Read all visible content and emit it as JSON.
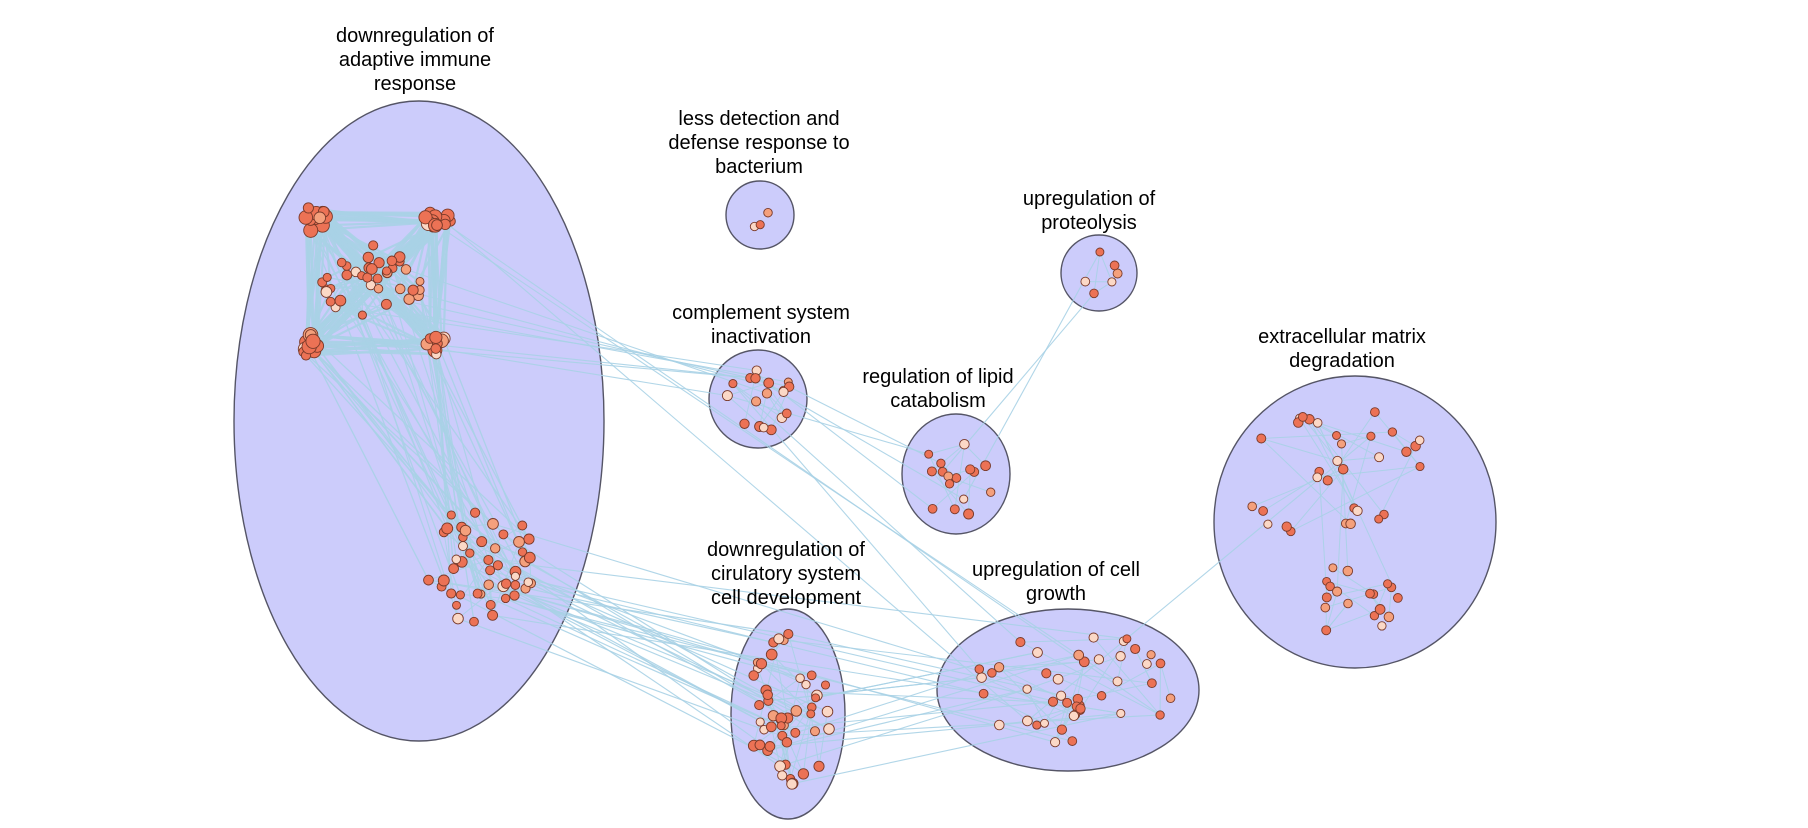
{
  "colors": {
    "cluster_fill": "#ccccfb",
    "cluster_stroke": "#555566",
    "edge": "#a8d2e6",
    "node_dark": "#ec7255",
    "node_mid": "#f4a07c",
    "node_light": "#fbd8c6",
    "node_stroke": "#7a3a2a"
  },
  "clusters": [
    {
      "id": "adaptive-immune",
      "lines": [
        "downregulation of",
        "adaptive immune",
        "response"
      ]
    },
    {
      "id": "bacterium",
      "lines": [
        "less detection and",
        "defense response to",
        "bacterium"
      ]
    },
    {
      "id": "proteolysis",
      "lines": [
        "upregulation of",
        "proteolysis"
      ]
    },
    {
      "id": "complement",
      "lines": [
        "complement system",
        "inactivation"
      ]
    },
    {
      "id": "lipid",
      "lines": [
        "regulation of lipid",
        "catabolism"
      ]
    },
    {
      "id": "ecm",
      "lines": [
        "extracellular matrix",
        "degradation"
      ]
    },
    {
      "id": "circulatory",
      "lines": [
        "downregulation of",
        "cirulatory system",
        "cell development"
      ]
    },
    {
      "id": "cell-growth",
      "lines": [
        "upregulation of cell",
        "growth"
      ]
    }
  ]
}
